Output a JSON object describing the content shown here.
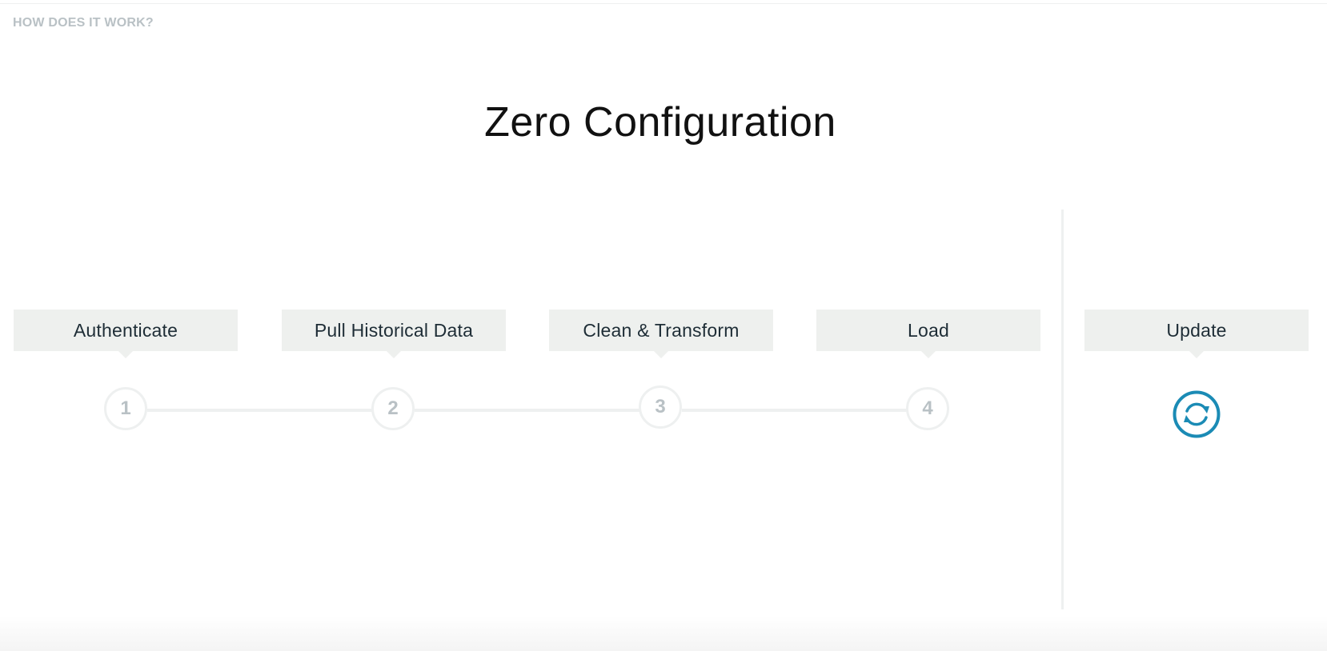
{
  "header": {
    "eyebrow": "HOW DOES IT WORK?",
    "title": "Zero Configuration"
  },
  "steps": [
    {
      "label": "Authenticate",
      "number": "1"
    },
    {
      "label": "Pull Historical Data",
      "number": "2"
    },
    {
      "label": "Clean & Transform",
      "number": "3"
    },
    {
      "label": "Load",
      "number": "4"
    }
  ],
  "update": {
    "label": "Update",
    "icon": "sync-icon",
    "icon_color": "#1b8bb5"
  },
  "colors": {
    "label_background": "#eef0ee",
    "muted": "#b9c1c5",
    "line": "#eef0f0"
  }
}
